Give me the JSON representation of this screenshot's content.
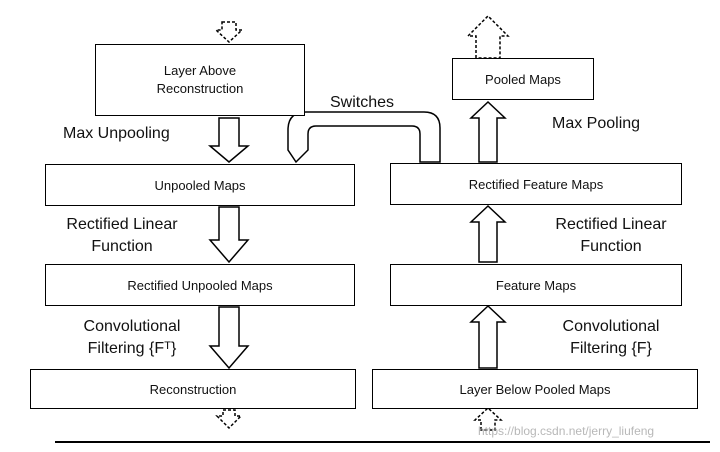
{
  "left_column": {
    "boxes": [
      {
        "name": "layer-above-reconstruction-box",
        "text": "Layer Above\nReconstruction"
      },
      {
        "name": "unpooled-maps-box",
        "text": "Unpooled Maps"
      },
      {
        "name": "rectified-unpooled-maps-box",
        "text": "Rectified Unpooled Maps"
      },
      {
        "name": "reconstruction-box",
        "text": "Reconstruction"
      }
    ],
    "labels": [
      "Max Unpooling",
      "Rectified Linear\nFunction",
      "Convolutional\nFiltering {Fᵀ}"
    ]
  },
  "right_column": {
    "boxes": [
      {
        "name": "pooled-maps-box",
        "text": "Pooled Maps"
      },
      {
        "name": "rectified-feature-maps-box",
        "text": "Rectified Feature Maps"
      },
      {
        "name": "feature-maps-box",
        "text": "Feature Maps"
      },
      {
        "name": "layer-below-pooled-maps-box",
        "text": "Layer Below Pooled Maps"
      }
    ],
    "labels": [
      "Max Pooling",
      "Rectified Linear\nFunction",
      "Convolutional\nFiltering {F}"
    ]
  },
  "connector": {
    "label": "Switches"
  },
  "watermark": "https://blog.csdn.net/jerry_liufeng"
}
